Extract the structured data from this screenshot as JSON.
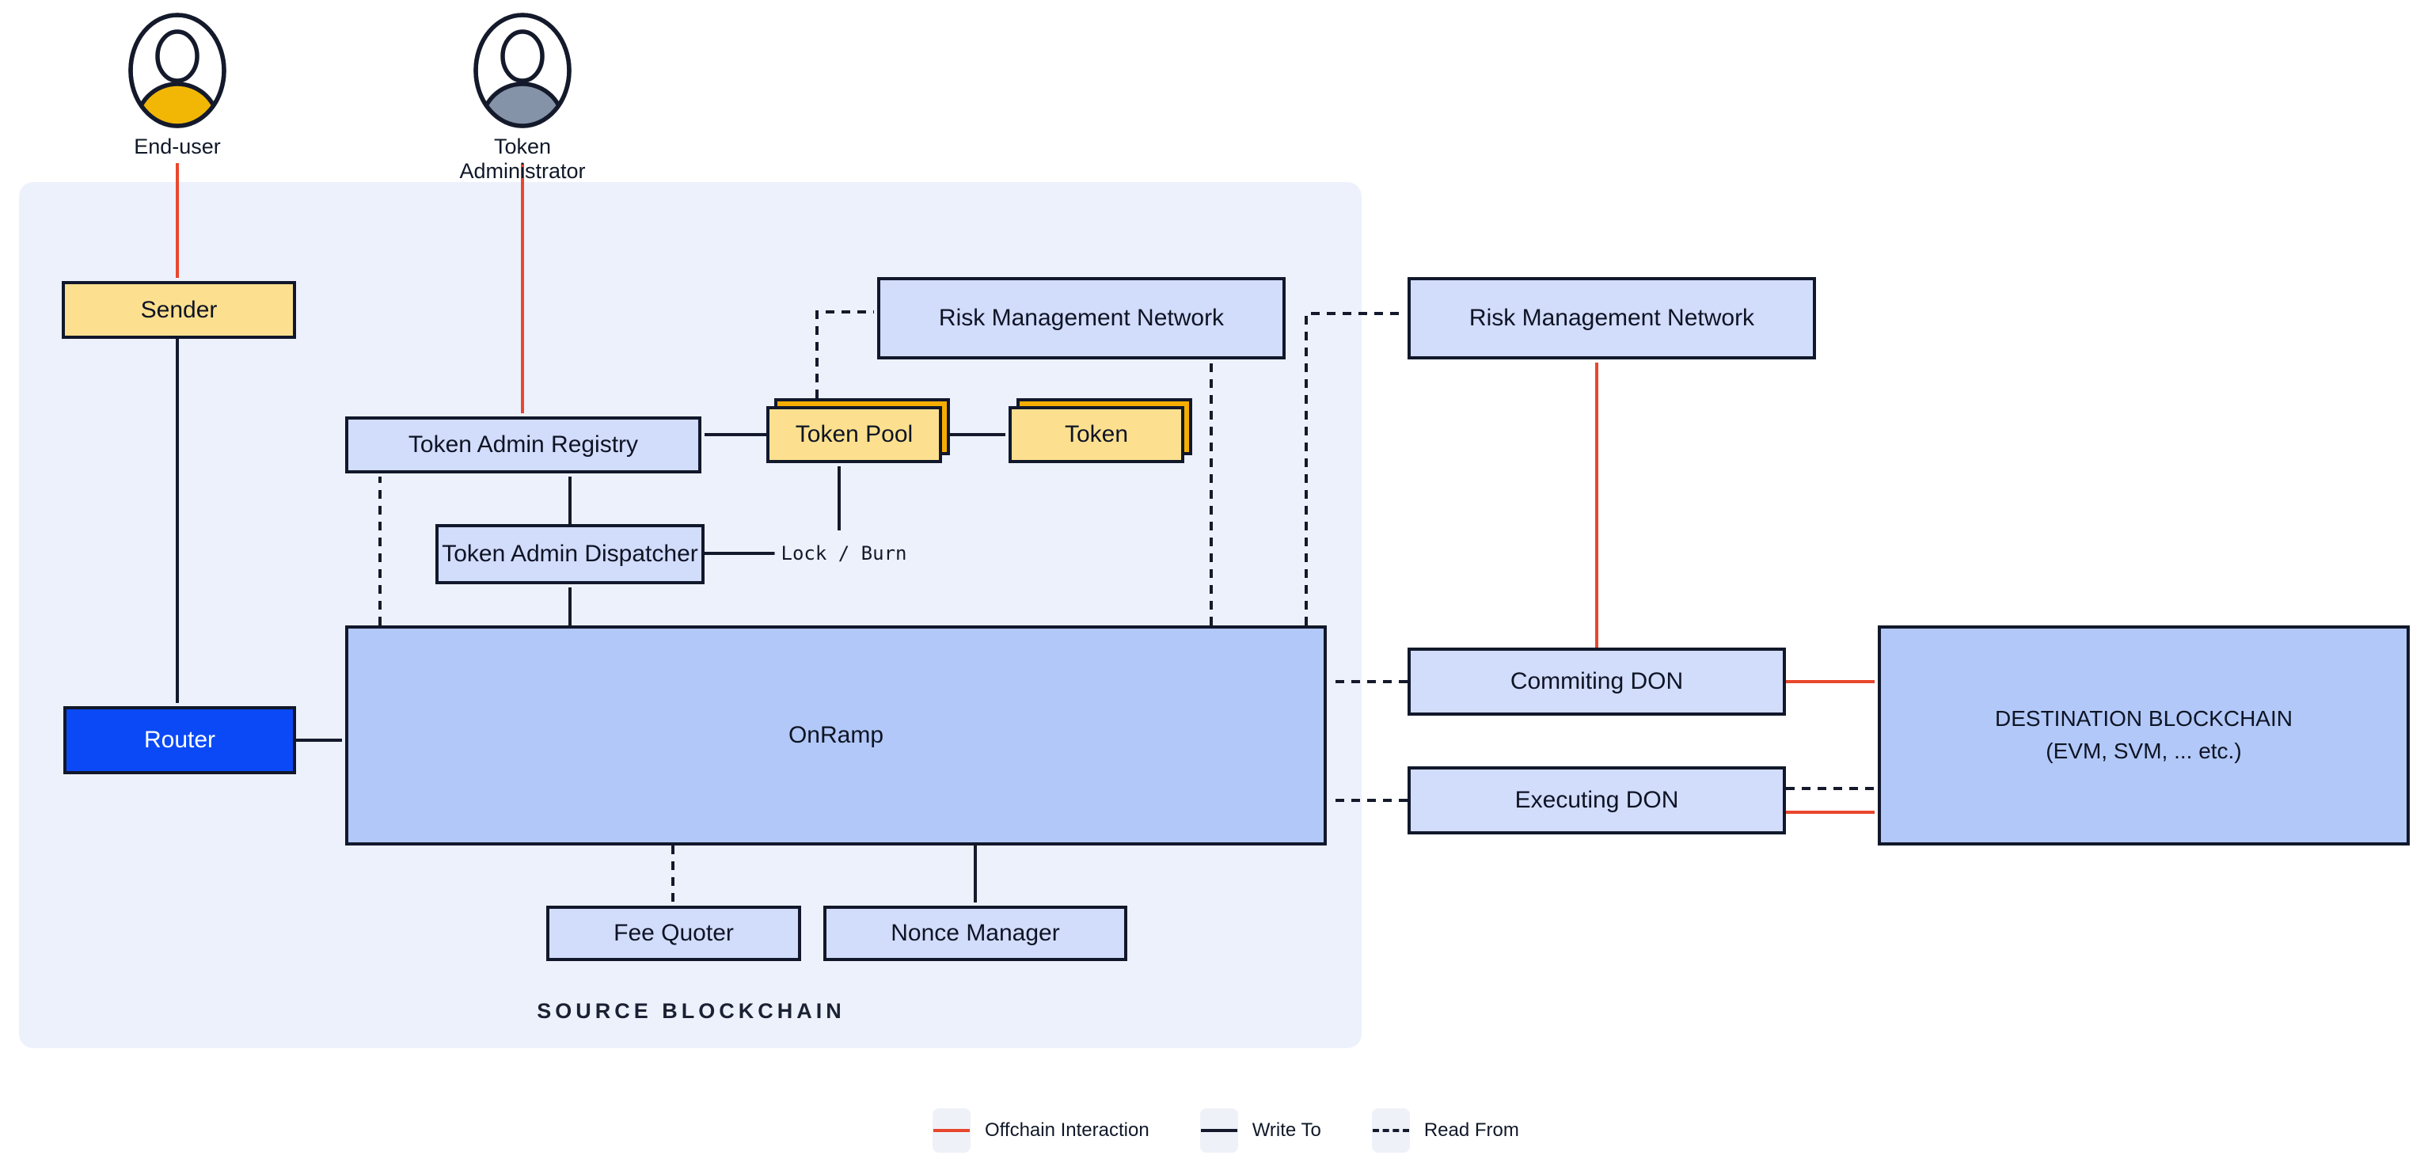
{
  "actors": {
    "end_user": "End-user",
    "token_admin": "Token Administrator"
  },
  "regions": {
    "source_label": "SOURCE BLOCKCHAIN"
  },
  "nodes": {
    "sender": "Sender",
    "router": "Router",
    "token_admin_registry": "Token Admin Registry",
    "token_admin_dispatcher": "Token Admin Dispatcher",
    "token_pool": "Token Pool",
    "token": "Token",
    "risk_mgmt_source": "Risk Management Network",
    "risk_mgmt_offchain": "Risk Management Network",
    "onramp": "OnRamp",
    "fee_quoter": "Fee Quoter",
    "nonce_manager": "Nonce Manager",
    "commiting_don": "Commiting DON",
    "executing_don": "Executing DON",
    "destination_line1": "DESTINATION BLOCKCHAIN",
    "destination_line2": "(EVM, SVM, ... etc.)"
  },
  "edge_labels": {
    "lock_burn": "Lock / Burn"
  },
  "legend": [
    {
      "label": "Offchain Interaction",
      "style": "red-solid-line"
    },
    {
      "label": "Write To",
      "style": "black-solid-line"
    },
    {
      "label": "Read From",
      "style": "black-dashed-line"
    }
  ],
  "colors": {
    "offchain_red": "#E8472D",
    "write_black": "#141A2B",
    "box_lavender": "#D2DCFB",
    "box_yellow": "#FCE08F",
    "stack_orange": "#F6AD00",
    "router_blue": "#0A49F5",
    "ramp_blue": "#B2C8F8",
    "source_region_bg": "#EDF1FC",
    "end_user_fill": "#F2B705",
    "token_admin_fill": "#8593A8"
  }
}
